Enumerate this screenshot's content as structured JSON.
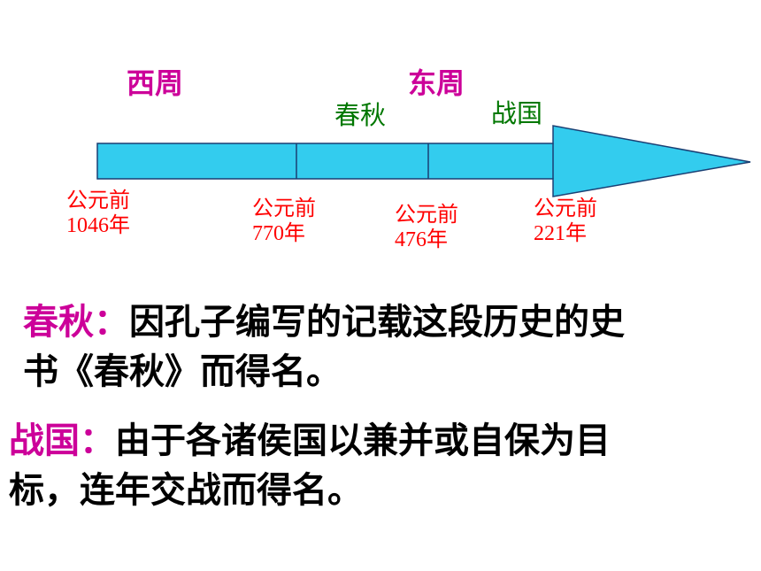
{
  "colors": {
    "dynasty": "#cc0099",
    "period": "#007700",
    "date": "#ff0000",
    "arrow_fill": "#33ccee",
    "arrow_stroke": "#1a3f73"
  },
  "timeline": {
    "dynasties": [
      {
        "label": "西周"
      },
      {
        "label": "东周"
      }
    ],
    "periods": [
      {
        "label": "春秋"
      },
      {
        "label": "战国"
      }
    ],
    "dates": [
      {
        "prefix": "公元前",
        "year": "1046年"
      },
      {
        "prefix": "公元前",
        "year": "770年"
      },
      {
        "prefix": "公元前",
        "year": "476年"
      },
      {
        "prefix": "公元前",
        "year": "221年"
      }
    ]
  },
  "notes": [
    {
      "term": "春秋：",
      "line1": "因孔子编写的记载这段历史的史",
      "line2": "书《春秋》而得名。"
    },
    {
      "term": "战国：",
      "line1": "由于各诸侯国以兼并或自保为目",
      "line2": "标，连年交战而得名。"
    }
  ]
}
